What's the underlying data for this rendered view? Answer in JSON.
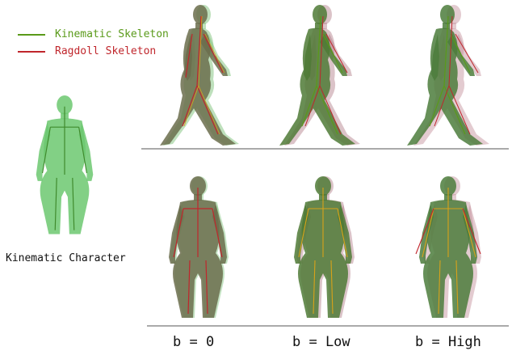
{
  "legend": {
    "kinematic_label": "Kinematic Skeleton",
    "ragdoll_label": "Ragdoll Skeleton",
    "kinematic_color": "#5a9a1a",
    "ragdoll_color": "#c0262c"
  },
  "left_caption": "Kinematic Character",
  "columns": [
    {
      "label": "b = 0",
      "body_color": "#6b6d4c",
      "ghost_color": "#7dc27a"
    },
    {
      "label": "b = Low",
      "body_color": "#4f7a36",
      "ghost_color": "#b07a86"
    },
    {
      "label": "b = High",
      "body_color": "#4c7d3c",
      "ghost_color": "#c28c96"
    }
  ],
  "kinematic_character_color": "#6cc870"
}
